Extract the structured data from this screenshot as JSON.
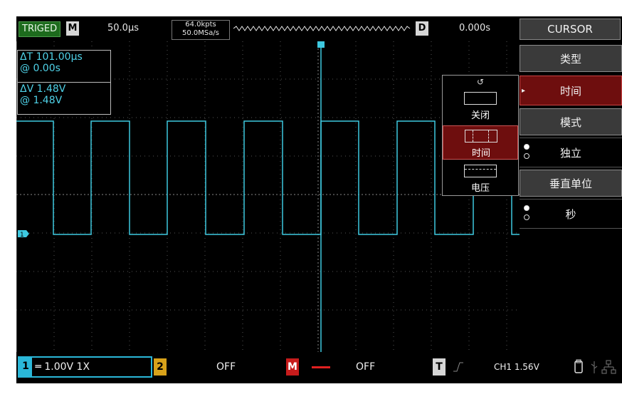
{
  "topbar": {
    "trigger_status": "TRIGED",
    "mode_badge": "M",
    "timebase": "50.0µs",
    "memory_depth": "64.0kpts",
    "sample_rate": "50.0MSa/s",
    "delay_badge": "D",
    "delay": "0.000s",
    "menu_title": "CURSOR"
  },
  "readouts": {
    "delta_t": "ΔT 101.00µs",
    "t_at": "@  0.00s",
    "delta_v": "ΔV 1.48V",
    "v_at": "@  1.48V"
  },
  "popup": {
    "refresh_icon": "↺",
    "items": [
      {
        "label": "关闭",
        "selected": false
      },
      {
        "label": "时间",
        "selected": true
      },
      {
        "label": "电压",
        "selected": false
      }
    ]
  },
  "side_menu": {
    "type_label": "类型",
    "type_value": "时间",
    "mode_label": "模式",
    "mode_value": "独立",
    "unit_label": "垂直单位",
    "unit_value": "秒"
  },
  "bottombar": {
    "ch1_badge": "1",
    "ch1_setting": "═ 1.00V  1X",
    "ch2_badge": "2",
    "ch2_status": "OFF",
    "math_badge": "M",
    "math_status": "OFF",
    "trigger_badge": "T",
    "trigger_info": "CH1  1.56V"
  },
  "colors": {
    "waveform": "#3ec9e0",
    "selected": "#6e0e0e",
    "ch1_accent": "#2ab7d8",
    "ch2_accent": "#d8a21a",
    "math_accent": "#c71c1c"
  },
  "icons": {
    "usb": "usb-icon",
    "network": "network-icon",
    "storage": "storage-icon"
  }
}
